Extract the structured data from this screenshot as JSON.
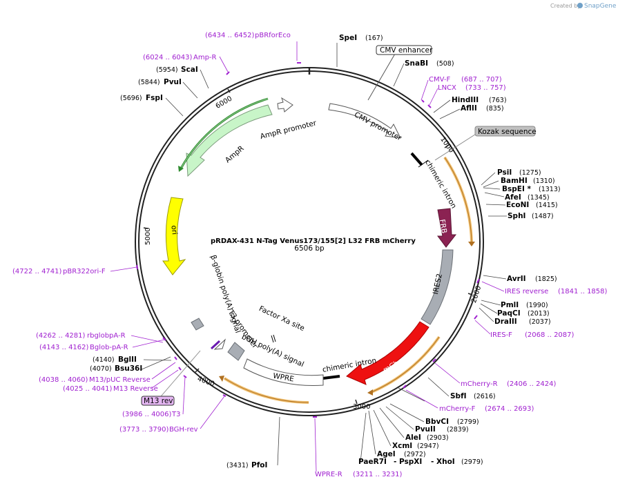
{
  "credit": {
    "prefix": "Created by",
    "brand": "SnapGene"
  },
  "plasmid": {
    "name": "pRDAX-431     N-Tag Venus173/155[2] L32 FRB mCherry",
    "length": "6506 bp"
  },
  "ticks": [
    "1000",
    "2000",
    "3000",
    "4000",
    "5000",
    "6000"
  ],
  "features": [
    {
      "label": "CMV enhancer",
      "style": "box"
    },
    {
      "label": "CMV promoter"
    },
    {
      "label": "Kozak sequence",
      "style": "box"
    },
    {
      "label": "chimeric intron"
    },
    {
      "label": "FRB"
    },
    {
      "label": "IRES2"
    },
    {
      "label": "mCherry"
    },
    {
      "label": "chimeric intron"
    },
    {
      "label": "WPRE"
    },
    {
      "label": "bGH poly(A) signal"
    },
    {
      "label": "Factor Xa site"
    },
    {
      "label": "T3 promoter"
    },
    {
      "label": "β-globin poly(A) signal"
    },
    {
      "label": "ori"
    },
    {
      "label": "AmpR"
    },
    {
      "label": "AmpR promoter"
    },
    {
      "label": "M13 rev",
      "style": "box"
    }
  ],
  "sites": [
    {
      "name": "SpeI",
      "pos": "(167)"
    },
    {
      "name": "SnaBI",
      "pos": "(508)"
    },
    {
      "name": "HindIII",
      "pos": "(763)"
    },
    {
      "name": "AflII",
      "pos": "(835)"
    },
    {
      "name": "PsiI",
      "pos": "(1275)"
    },
    {
      "name": "BamHI",
      "pos": "(1310)"
    },
    {
      "name": "BspEI *",
      "pos": "(1313)"
    },
    {
      "name": "AfeI",
      "pos": "(1345)"
    },
    {
      "name": "EcoNI",
      "pos": "(1415)"
    },
    {
      "name": "SphI",
      "pos": "(1487)"
    },
    {
      "name": "AvrII",
      "pos": "(1825)"
    },
    {
      "name": "PmlI",
      "pos": "(1990)"
    },
    {
      "name": "PaqCI",
      "pos": "(2013)"
    },
    {
      "name": "DraIII",
      "pos": "(2037)"
    },
    {
      "name": "SbfI",
      "pos": "(2616)"
    },
    {
      "name": "BbvCI",
      "pos": "(2799)"
    },
    {
      "name": "PvuII",
      "pos": "(2839)"
    },
    {
      "name": "AleI",
      "pos": "(2903)"
    },
    {
      "name": "XcmI",
      "pos": "(2947)"
    },
    {
      "name": "AgeI",
      "pos": "(2972)"
    },
    {
      "name": "PaeR7I",
      "pos": ""
    },
    {
      "name": "- PspXI",
      "pos": ""
    },
    {
      "name": "- XhoI",
      "pos": "(2979)"
    },
    {
      "name": "PfoI",
      "pos": "(3431)"
    },
    {
      "name": "Bsu36I",
      "pos": "(4070)"
    },
    {
      "name": "BglII",
      "pos": "(4140)"
    },
    {
      "name": "FspI",
      "pos": "(5696)"
    },
    {
      "name": "PvuI",
      "pos": "(5844)"
    },
    {
      "name": "ScaI",
      "pos": "(5954)"
    }
  ],
  "primers": [
    {
      "name": "pBRforEco",
      "range": "(6434 .. 6452)"
    },
    {
      "name": "Amp-R",
      "range": "(6024 .. 6043)"
    },
    {
      "name": "CMV-F",
      "range": "(687 .. 707)"
    },
    {
      "name": "LNCX",
      "range": "(733 .. 757)"
    },
    {
      "name": "IRES reverse",
      "range": "(1841 .. 1858)"
    },
    {
      "name": "IRES-F",
      "range": "(2068 .. 2087)"
    },
    {
      "name": "mCherry-R",
      "range": "(2406 .. 2424)"
    },
    {
      "name": "mCherry-F",
      "range": "(2674 .. 2693)"
    },
    {
      "name": "WPRE-R",
      "range": "(3211 .. 3231)"
    },
    {
      "name": "BGH-rev",
      "range": "(3773 .. 3790)"
    },
    {
      "name": "T3",
      "range": "(3986 .. 4006)"
    },
    {
      "name": "M13 Reverse",
      "range": "(4025 .. 4041)"
    },
    {
      "name": "M13/pUC Reverse",
      "range": "(4038 .. 4060)"
    },
    {
      "name": "Bglob-pA-R",
      "range": "(4143 .. 4162)"
    },
    {
      "name": "rbglobpA-R",
      "range": "(4262 .. 4281)"
    },
    {
      "name": "pBR322ori-F",
      "range": "(4722 .. 4741)"
    }
  ],
  "colors": {
    "backbone": "#222222",
    "primer": "#a020d0",
    "cmv_promoter": "#ffffff",
    "frb": "#8b2252",
    "ires": "#a8adb4",
    "mcherry": "#ee1111",
    "ori": "#ffff00",
    "ampr": "#c8f5c8",
    "orf_track": "#f0c070",
    "amp_track": "#2e8b2e"
  }
}
